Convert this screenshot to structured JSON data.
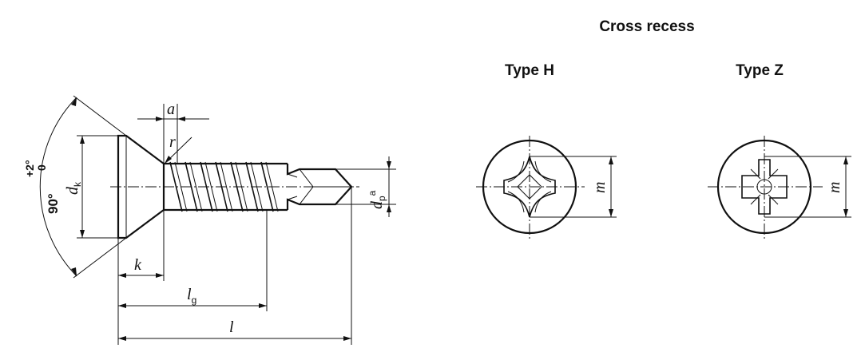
{
  "headings": {
    "cross_recess": "Cross recess",
    "type_h": "Type H",
    "type_z": "Type Z"
  },
  "dimensions": {
    "a": "a",
    "r": "r",
    "dk_main": "d",
    "dk_sub": "k",
    "dp_main": "d",
    "dp_sub": "p",
    "dp_sup": "a",
    "k": "k",
    "lg_main": "l",
    "lg_sub": "g",
    "l": "l",
    "m_h": "m",
    "m_z": "m"
  },
  "angle": {
    "nominal": "90°",
    "upper": "+2°",
    "lower": "0"
  }
}
